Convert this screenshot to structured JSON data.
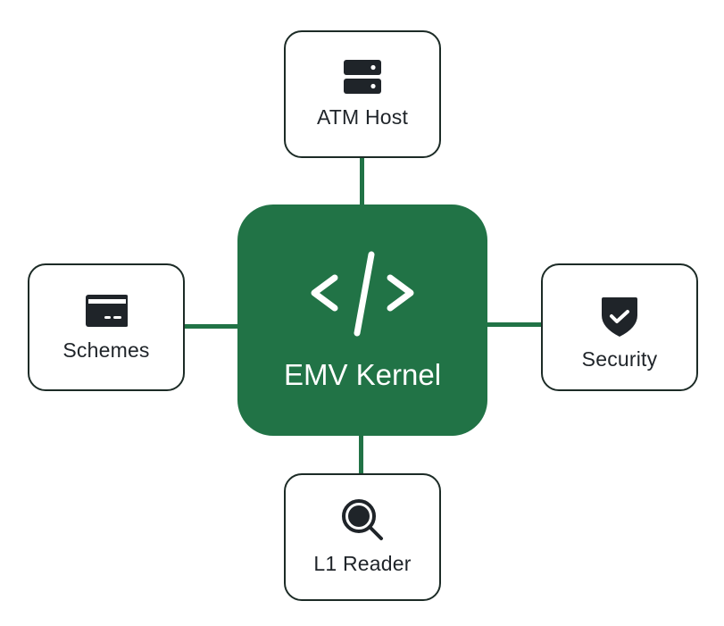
{
  "diagram": {
    "center": {
      "label": "EMV Kernel",
      "icon": "code-icon",
      "color": "#217346"
    },
    "nodes": [
      {
        "id": "atm-host",
        "label": "ATM Host",
        "icon": "server-icon",
        "position": "top"
      },
      {
        "id": "schemes",
        "label": "Schemes",
        "icon": "credit-card-icon",
        "position": "left"
      },
      {
        "id": "security",
        "label": "Security",
        "icon": "shield-check-icon",
        "position": "right"
      },
      {
        "id": "l1-reader",
        "label": "L1 Reader",
        "icon": "search-icon",
        "position": "bottom"
      }
    ],
    "edges": [
      {
        "from": "EMV Kernel",
        "to": "ATM Host"
      },
      {
        "from": "EMV Kernel",
        "to": "Schemes"
      },
      {
        "from": "EMV Kernel",
        "to": "Security"
      },
      {
        "from": "EMV Kernel",
        "to": "L1 Reader"
      }
    ],
    "colors": {
      "connector": "#217346",
      "node_border": "#1c2b26",
      "icon": "#1f2429"
    }
  }
}
